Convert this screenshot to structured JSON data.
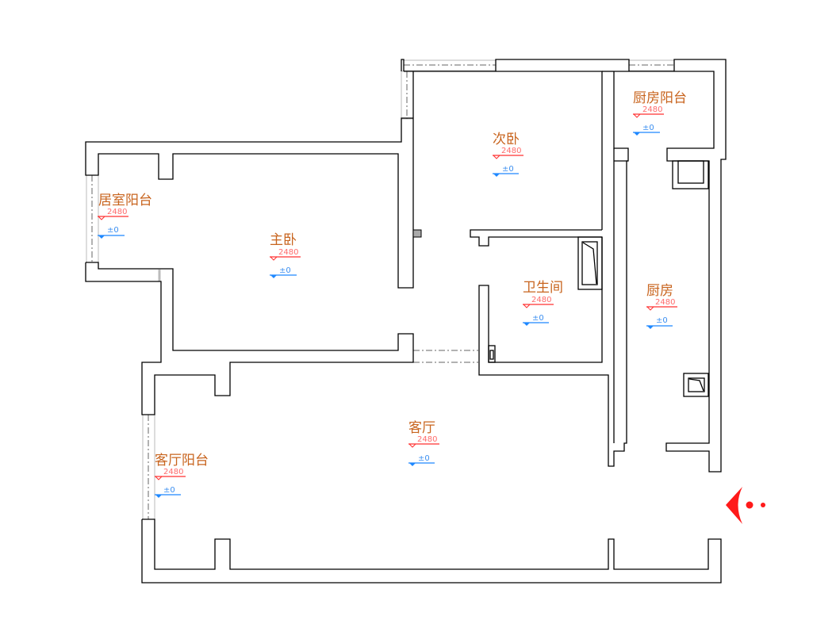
{
  "rooms": [
    {
      "name": "居室阳台",
      "height": "2480",
      "floor": "±0"
    },
    {
      "name": "主卧",
      "height": "2480",
      "floor": "±0"
    },
    {
      "name": "次卧",
      "height": "2480",
      "floor": "±0"
    },
    {
      "name": "厨房阳台",
      "height": "2480",
      "floor": "±0"
    },
    {
      "name": "卫生间",
      "height": "2480",
      "floor": "±0"
    },
    {
      "name": "厨房",
      "height": "2480",
      "floor": "±0"
    },
    {
      "name": "客厅",
      "height": "2480",
      "floor": "±0"
    },
    {
      "name": "客厅阳台",
      "height": "2480",
      "floor": "±0"
    }
  ],
  "colors": {
    "label": "#c8641e",
    "height_mark": "#ff3030",
    "floor_mark": "#1e88ff",
    "logo": "#ff1a1a"
  },
  "icons": {
    "logo": "red-chevron-dots-logo"
  }
}
